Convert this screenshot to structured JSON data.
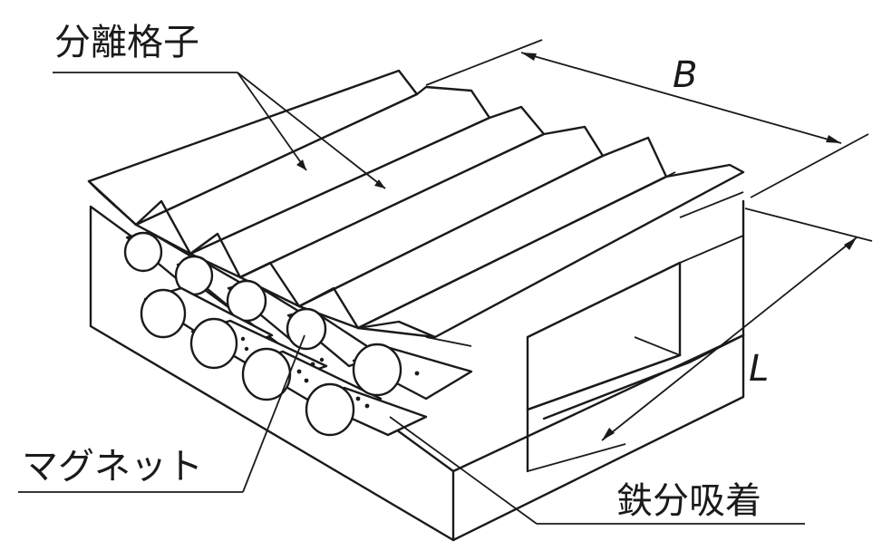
{
  "labels": {
    "separation_grid": "分離格子",
    "magnet": "マグネット",
    "iron_adsorption": "鉄分吸着",
    "dim_b": "B",
    "dim_l": "L"
  },
  "colors": {
    "ink": "#1a1a1a",
    "paper": "#ffffff"
  }
}
